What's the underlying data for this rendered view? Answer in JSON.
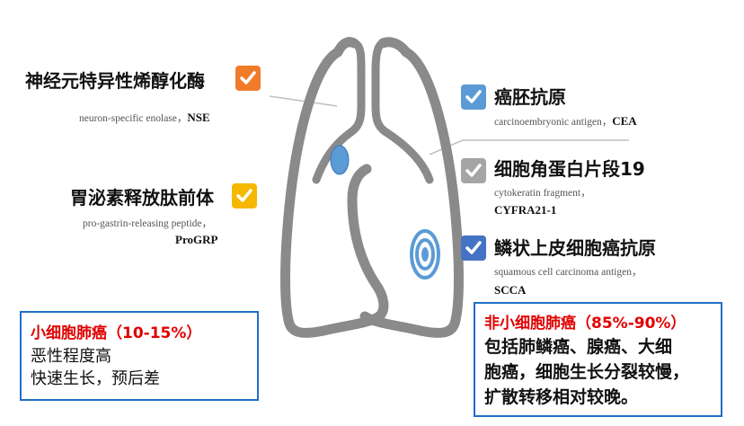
{
  "markers": [
    {
      "title": "神经元特异性烯醇化酶",
      "subtitle": "neuron-specific enolase，",
      "abbr": "NSE",
      "check_color": "#f07c2a",
      "icon": "check-icon"
    },
    {
      "title": "胃泌素释放肽前体",
      "subtitle": "pro-gastrin-releasing peptide，",
      "abbr": "ProGRP",
      "check_color": "#f5b800",
      "icon": "check-icon"
    },
    {
      "title": "癌胚抗原",
      "subtitle": "carcinoembryonic antigen，",
      "abbr": "CEA",
      "check_color": "#5b9bd5",
      "icon": "check-icon"
    },
    {
      "title": "细胞角蛋白片段19",
      "subtitle": "cytokeratin fragment，",
      "abbr": "CYFRA21-1",
      "check_color": "#a5a5a5",
      "icon": "check-icon"
    },
    {
      "title": "鳞状上皮细胞癌抗原",
      "subtitle": "squamous cell carcinoma antigen，",
      "abbr": "SCCA",
      "check_color": "#4472c4",
      "icon": "check-icon"
    }
  ],
  "sclc_box": {
    "title": "小细胞肺癌（10-15%）",
    "lines": [
      "恶性程度高",
      "快速生长，预后差"
    ]
  },
  "nsclc_box": {
    "title": "非小细胞肺癌（85%-90%）",
    "lines": [
      "包括肺鳞癌、腺癌、大细",
      "胞癌，细胞生长分裂较慢，",
      "扩散转移相对较晚。"
    ]
  },
  "colors": {
    "lung_outline": "#8a8a8a",
    "box_border": "#1f6fc5",
    "box_title": "#e10000",
    "tumor_blue": "#5b9bd5"
  }
}
